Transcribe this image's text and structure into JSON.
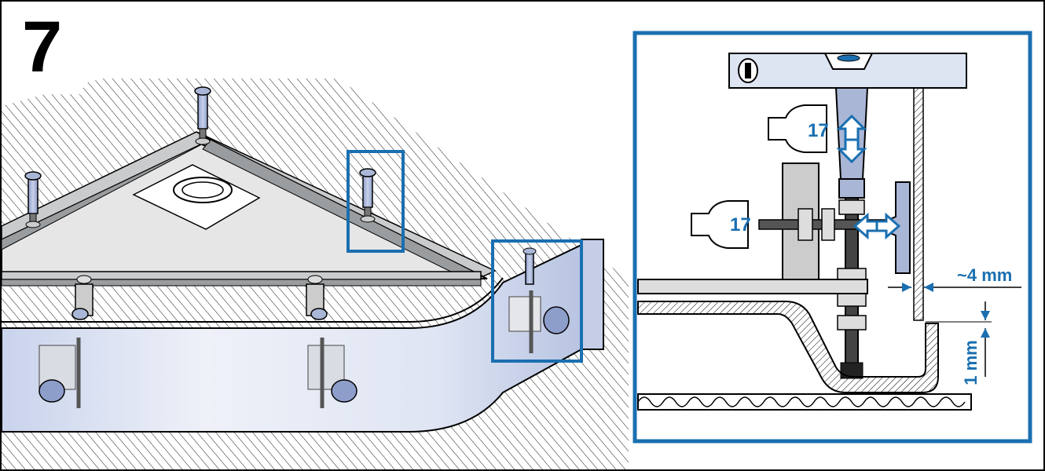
{
  "step": {
    "number": "7"
  },
  "detail": {
    "wrench_top_size": "17",
    "wrench_left_size": "17",
    "side_gap_label": "~4 mm",
    "bottom_gap_label": "1 mm"
  },
  "colors": {
    "accent_blue": "#1a6fb0",
    "part_fill": "#a9b6d6",
    "panel_fill": "#dde4f2",
    "frame_fill": "#d4d6d8",
    "outline": "#000000"
  }
}
